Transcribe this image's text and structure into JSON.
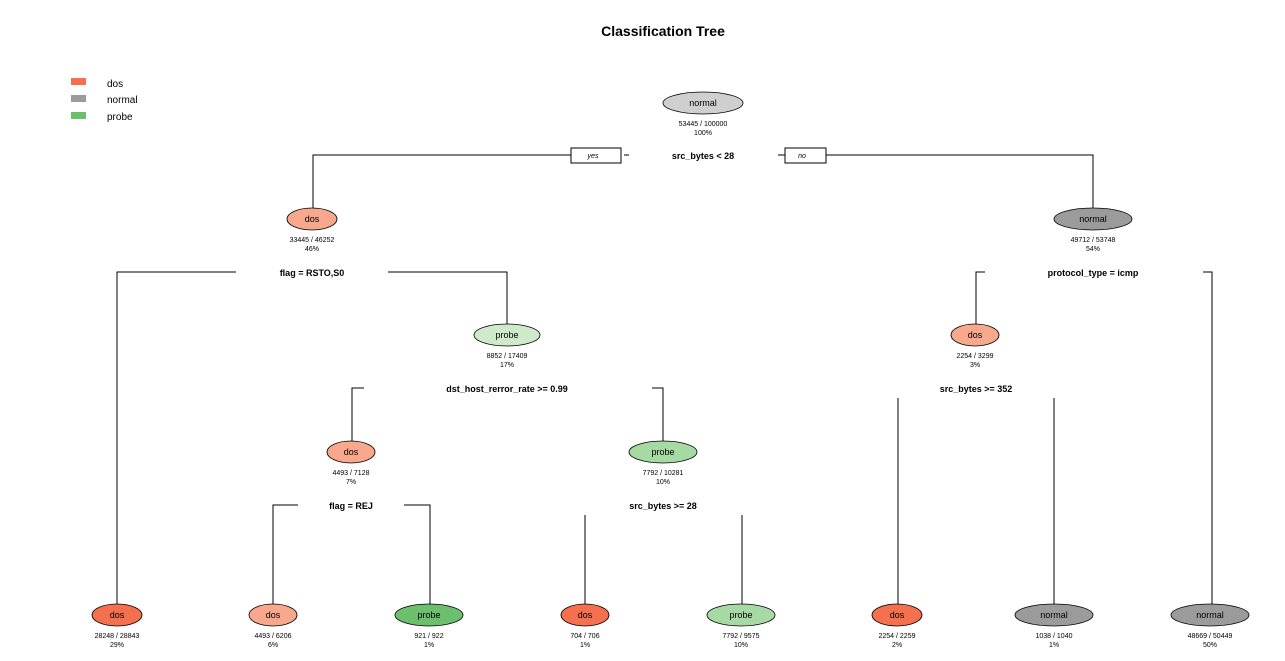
{
  "title": "Classification Tree",
  "colors": {
    "dos": "#f4704f",
    "dos_light": "#f8a88c",
    "normal": "#9b9b9b",
    "normal_light": "#cfcfcf",
    "probe": "#6cbf6c",
    "probe_light": "#cfeacb",
    "probe_mid": "#a6d9a3"
  },
  "legend": [
    {
      "label": "dos",
      "color": "#f4704f"
    },
    {
      "label": "normal",
      "color": "#9b9b9b"
    },
    {
      "label": "probe",
      "color": "#6cbf6c"
    }
  ],
  "branch_labels": {
    "yes": "yes",
    "no": "no"
  },
  "nodes": [
    {
      "id": "root",
      "label": "normal",
      "counts": "53445 / 100000",
      "pct": "100%",
      "shade": "normal_light",
      "split": "src_bytes < 28"
    },
    {
      "id": "n2",
      "label": "dos",
      "counts": "33445 / 46252",
      "pct": "46%",
      "shade": "dos_light",
      "split": "flag = RSTO,S0"
    },
    {
      "id": "n3",
      "label": "normal",
      "counts": "49712 / 53748",
      "pct": "54%",
      "shade": "normal",
      "split": "protocol_type = icmp"
    },
    {
      "id": "n5",
      "label": "probe",
      "counts": "8852 / 17409",
      "pct": "17%",
      "shade": "probe_light",
      "split": "dst_host_rerror_rate >= 0.99"
    },
    {
      "id": "n6",
      "label": "dos",
      "counts": "2254 / 3299",
      "pct": "3%",
      "shade": "dos_light",
      "split": "src_bytes >= 352"
    },
    {
      "id": "n10",
      "label": "dos",
      "counts": "4493 / 7128",
      "pct": "7%",
      "shade": "dos_light",
      "split": "flag = REJ"
    },
    {
      "id": "n11",
      "label": "probe",
      "counts": "7792 / 10281",
      "pct": "10%",
      "shade": "probe_mid",
      "split": "src_bytes >= 28"
    },
    {
      "id": "L1",
      "label": "dos",
      "counts": "28248 / 28843",
      "pct": "29%",
      "shade": "dos"
    },
    {
      "id": "L2",
      "label": "dos",
      "counts": "4493 / 6206",
      "pct": "6%",
      "shade": "dos_light"
    },
    {
      "id": "L3",
      "label": "probe",
      "counts": "921 / 922",
      "pct": "1%",
      "shade": "probe"
    },
    {
      "id": "L4",
      "label": "dos",
      "counts": "704 / 706",
      "pct": "1%",
      "shade": "dos"
    },
    {
      "id": "L5",
      "label": "probe",
      "counts": "7792 / 9575",
      "pct": "10%",
      "shade": "probe_mid"
    },
    {
      "id": "L6",
      "label": "dos",
      "counts": "2254 / 2259",
      "pct": "2%",
      "shade": "dos"
    },
    {
      "id": "L7",
      "label": "normal",
      "counts": "1038 / 1040",
      "pct": "1%",
      "shade": "normal"
    },
    {
      "id": "L8",
      "label": "normal",
      "counts": "48669 / 50449",
      "pct": "50%",
      "shade": "normal"
    }
  ]
}
